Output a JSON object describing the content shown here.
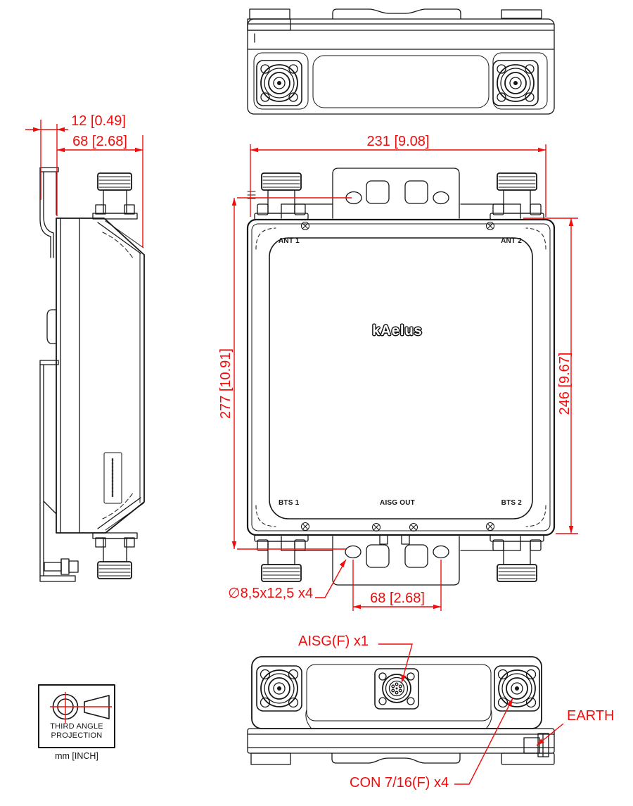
{
  "dimensions": {
    "bracket_offset": "12 [0.49]",
    "body_depth": "68 [2.68]",
    "overall_width": "231 [9.08]",
    "mounting_pitch": "277 [10.91]",
    "body_height": "246 [9.67]",
    "slot_callout": "∅8,5x12,5 x4",
    "slot_pitch": "68 [2.68]"
  },
  "ports": {
    "ant1": "ANT 1",
    "ant2": "ANT 2",
    "bts1": "BTS 1",
    "bts2": "BTS 2",
    "aisg_out": "AISG OUT"
  },
  "branding": {
    "logo": "kAelus"
  },
  "callouts": {
    "aisg_connector": "AISG(F) x1",
    "earth": "EARTH",
    "rf_connectors": "CON 7/16(F) x4"
  },
  "projection_note": {
    "line1": "THIRD ANGLE",
    "line2": "PROJECTION",
    "units": "mm [INCH]"
  },
  "colors": {
    "dimension_red": "#f20d0d",
    "line_black": "#161616"
  }
}
